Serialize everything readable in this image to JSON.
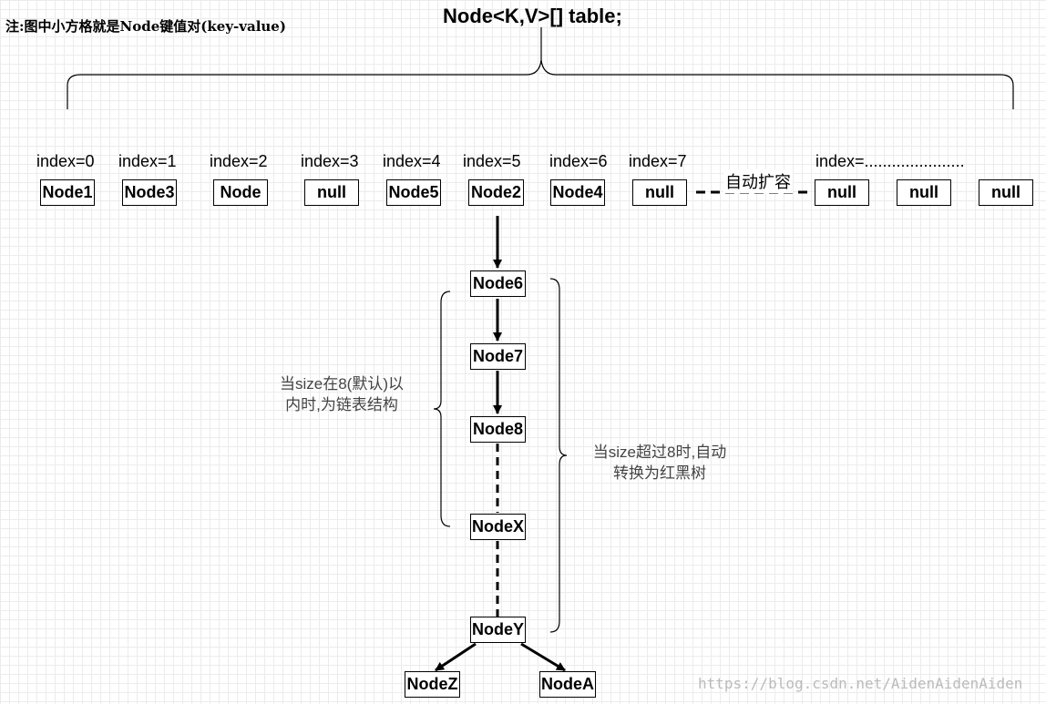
{
  "note": "注:图中小方格就是Node键值对(key-value)",
  "title": "Node<K,V>[] table;",
  "indexes": [
    "index=0",
    "index=1",
    "index=2",
    "index=3",
    "index=4",
    "index=5",
    "index=6",
    "index=7",
    "index=......................"
  ],
  "array_nodes": [
    "Node1",
    "Node3",
    "Node",
    "null",
    "Node5",
    "Node2",
    "Node4",
    "null",
    "null",
    "null",
    "null"
  ],
  "expand_label": "自动扩容",
  "chain_nodes": [
    "Node6",
    "Node7",
    "Node8",
    "NodeX",
    "NodeY"
  ],
  "tree_nodes": [
    "NodeZ",
    "NodeA"
  ],
  "linked_list_note": "当size在8(默认)以内时,为链表结构",
  "tree_note": "当size超过8时,自动转换为红黑树",
  "watermark": "https://blog.csdn.net/AidenAidenAiden"
}
